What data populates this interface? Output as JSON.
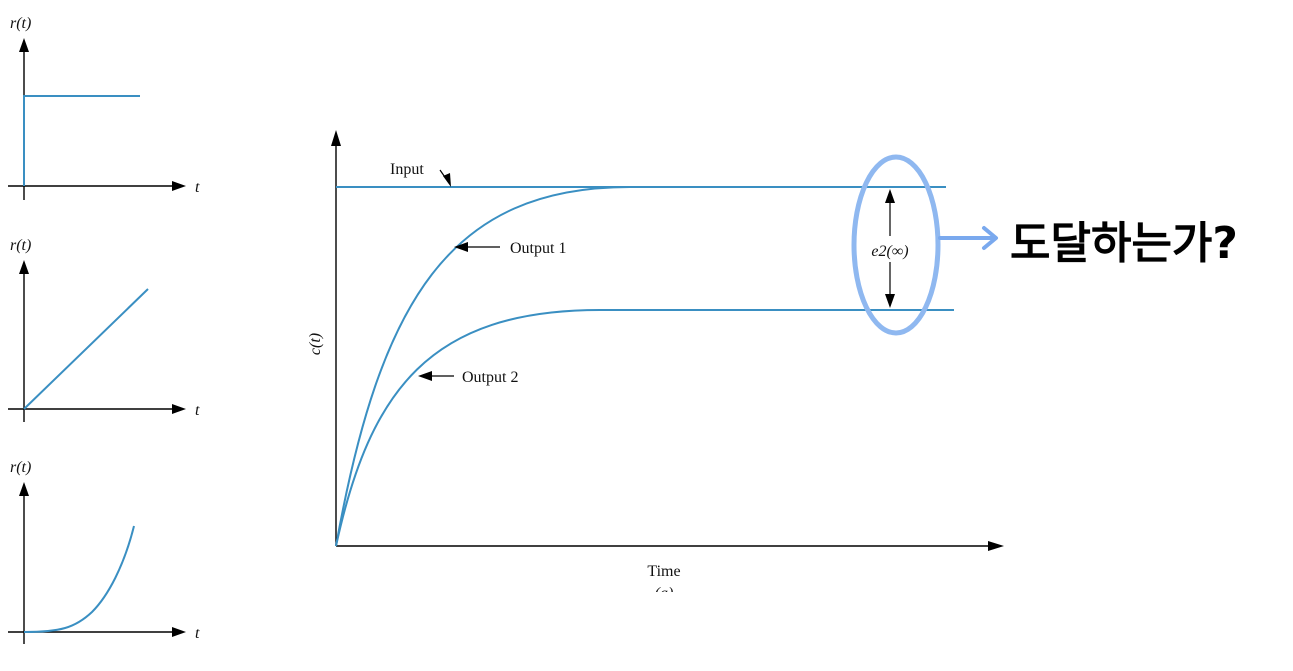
{
  "left_panels": [
    {
      "ylabel": "r(t)",
      "xlabel": "t",
      "kind": "step"
    },
    {
      "ylabel": "r(t)",
      "xlabel": "t",
      "kind": "ramp"
    },
    {
      "ylabel": "r(t)",
      "xlabel": "t",
      "kind": "parabola"
    }
  ],
  "main_plot": {
    "ylabel": "c(t)",
    "xlabel": "Time",
    "caption": "(a)",
    "labels": {
      "input": "Input",
      "output1": "Output 1",
      "output2": "Output 2",
      "error": "e2(∞)"
    }
  },
  "annotation": {
    "text": "도달하는가?",
    "ellipse_color": "#8fb8f0",
    "arrow_color": "#7aa9ee"
  },
  "colors": {
    "curve": "#3a8fc2",
    "axis": "#000000"
  }
}
